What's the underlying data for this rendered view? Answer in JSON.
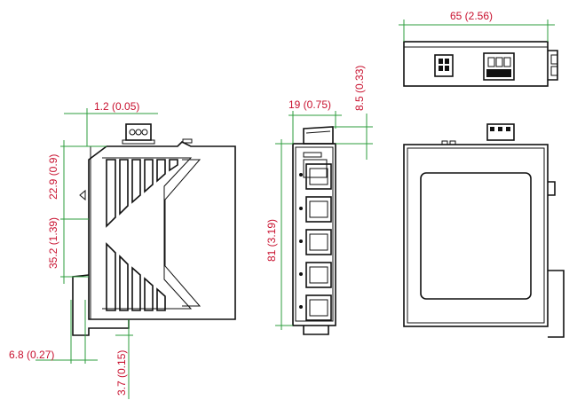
{
  "dimensions": {
    "width_top": "65 (2.56)",
    "depth_top_offset": "1.2 (0.05)",
    "top_to_port_section": "22.9 (0.9)",
    "mid_section": "35.2 (1.39)",
    "din_offset": "6.8 (0.27)",
    "bottom_offset": "3.7 (0.15)",
    "front_width": "19 (0.75)",
    "terminal_height": "8.5 (0.33)",
    "front_height": "81 (3.19)"
  },
  "colors": {
    "dimension_text": "#c8102e",
    "dimension_line": "#2e9e3e",
    "outline": "#111111"
  }
}
